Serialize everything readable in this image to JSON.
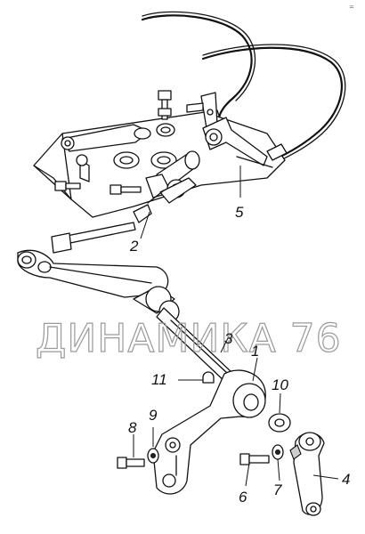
{
  "watermark": "ДИНАМИКА 76",
  "corner_mark": "=",
  "callouts": [
    {
      "id": "1",
      "label": "1"
    },
    {
      "id": "2",
      "label": "2"
    },
    {
      "id": "3",
      "label": "3"
    },
    {
      "id": "4",
      "label": "4"
    },
    {
      "id": "5",
      "label": "5"
    },
    {
      "id": "6",
      "label": "6"
    },
    {
      "id": "7",
      "label": "7"
    },
    {
      "id": "8",
      "label": "8"
    },
    {
      "id": "9",
      "label": "9"
    },
    {
      "id": "10",
      "label": "10"
    },
    {
      "id": "11",
      "label": "11"
    }
  ]
}
